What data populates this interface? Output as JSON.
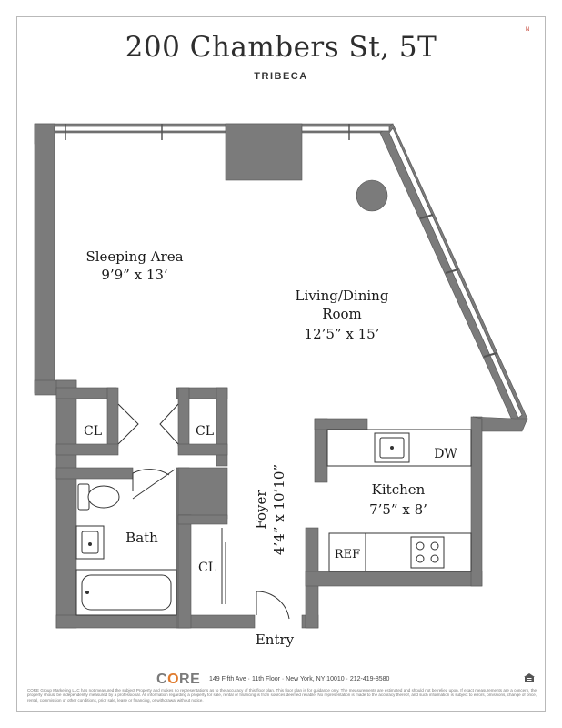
{
  "header": {
    "title": "200 Chambers St, 5T",
    "subtitle": "TRIBECA",
    "compass_label": "N"
  },
  "rooms": {
    "sleeping_name": "Sleeping Area",
    "sleeping_dims": "9’9” x 13’",
    "living_line1": "Living/Dining",
    "living_line2": "Room",
    "living_dims": "12’5” x 15’",
    "closet_1": "CL",
    "closet_2": "CL",
    "closet_3": "CL",
    "bath": "Bath",
    "foyer_name": "Foyer",
    "foyer_dims": "4’4” x 10’10”",
    "kitchen_name": "Kitchen",
    "kitchen_dims": "7’5” x 8’",
    "dishwasher": "DW",
    "refrigerator": "REF",
    "entry": "Entry"
  },
  "footer": {
    "brand_pre": "C",
    "brand_o": "O",
    "brand_post": "RE",
    "address": "149 Fifth Ave · 11th Floor · New York, NY 10010 · 212-419-8580",
    "disclaimer": "CORE Group Marketing LLC has not measured the subject Property and makes no representations as to the accuracy of this floor plan. This floor plan is for guidance only. The measurements are estimated and should not be relied upon. If exact measurements are a concern, the property should be independently measured by a professional. All information regarding a property for sale, rental or financing is from sources deemed reliable. No representation is made to the accuracy thereof, and such information is subject to errors, omissions, change of price, rental, commission or other conditions, prior sale, lease or financing, or withdrawal without notice."
  },
  "colors": {
    "wall": "#7b7b7b",
    "window": "#ffffff",
    "brand_accent": "#e07b2e"
  }
}
